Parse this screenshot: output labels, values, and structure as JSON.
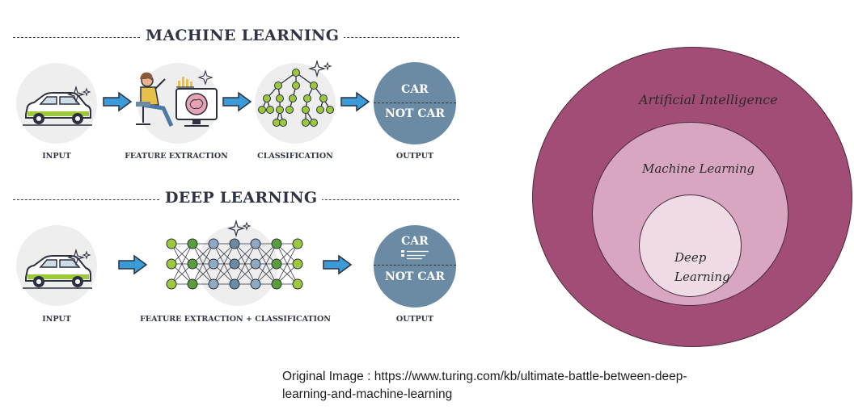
{
  "machine_learning": {
    "title": "MACHINE LEARNING",
    "steps": [
      "INPUT",
      "FEATURE EXTRACTION",
      "CLASSIFICATION",
      "OUTPUT"
    ],
    "output_top": "CAR",
    "output_bottom": "NOT CAR"
  },
  "deep_learning": {
    "title": "DEEP LEARNING",
    "steps": [
      "INPUT",
      "FEATURE EXTRACTION + CLASSIFICATION",
      "OUTPUT"
    ],
    "output_top": "CAR",
    "output_bottom": "NOT CAR"
  },
  "venn": {
    "outer": "Artificial Intelligence",
    "middle": "Machine Learning",
    "inner_line1": "Deep",
    "inner_line2": "Learning",
    "colors": {
      "outer": "#a24d75",
      "middle": "#d8a6c0",
      "inner": "#efdbe6"
    }
  },
  "caption": {
    "line1": "Original Image : https://www.turing.com/kb/ultimate-battle-between-deep-",
    "line2": "learning-and-machine-learning"
  }
}
